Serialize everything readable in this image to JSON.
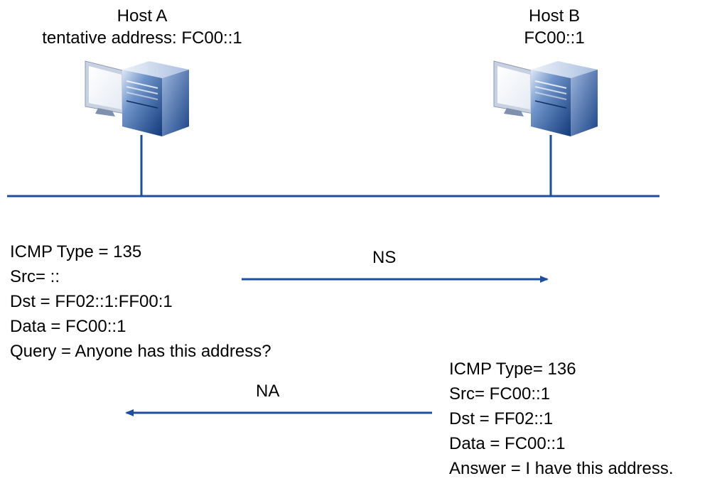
{
  "hosts": {
    "a": {
      "title": "Host A",
      "address_line": "tentative address: FC00::1"
    },
    "b": {
      "title": "Host B",
      "address_line": "FC00::1"
    }
  },
  "messages": {
    "ns": {
      "arrow_label": "NS",
      "direction": "A to B",
      "lines": [
        "ICMP Type = 135",
        "Src= ::",
        "Dst = FF02::1:FF00:1",
        "Data = FC00::1",
        "Query = Anyone has this address?"
      ]
    },
    "na": {
      "arrow_label": "NA",
      "direction": "B to A",
      "lines": [
        "ICMP Type= 136",
        "Src= FC00::1",
        "Dst = FF02::1",
        "Data = FC00::1",
        "Answer = I have this address."
      ]
    }
  },
  "colors": {
    "link_blue": "#1f4e9e",
    "server_blue": "#2d5fa8",
    "server_dark": "#123a7a",
    "monitor_gray": "#b8c3d6"
  },
  "icons": {
    "host_a": "computer-server-icon",
    "host_b": "computer-server-icon"
  }
}
